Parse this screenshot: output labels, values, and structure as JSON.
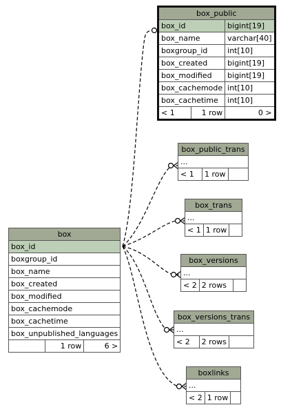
{
  "box_public": {
    "name": "box_public",
    "columns": [
      {
        "name": "box_id",
        "type": "bigint[19]"
      },
      {
        "name": "box_name",
        "type": "varchar[40]"
      },
      {
        "name": "boxgroup_id",
        "type": "int[10]"
      },
      {
        "name": "box_created",
        "type": "bigint[19]"
      },
      {
        "name": "box_modified",
        "type": "bigint[19]"
      },
      {
        "name": "box_cachemode",
        "type": "int[10]"
      },
      {
        "name": "box_cachetime",
        "type": "int[10]"
      }
    ],
    "footer": {
      "parents": "< 1",
      "rows": "1 row",
      "children": "0 >"
    }
  },
  "box_public_trans": {
    "name": "box_public_trans",
    "ellipsis": "...",
    "footer": {
      "parents": "< 1",
      "rows": "1 row"
    }
  },
  "box_trans": {
    "name": "box_trans",
    "ellipsis": "...",
    "footer": {
      "parents": "< 1",
      "rows": "1 row"
    }
  },
  "box_versions": {
    "name": "box_versions",
    "ellipsis": "...",
    "footer": {
      "parents": "< 2",
      "rows": "2 rows"
    }
  },
  "box_versions_trans": {
    "name": "box_versions_trans",
    "ellipsis": "...",
    "footer": {
      "parents": "< 2",
      "rows": "2 rows"
    }
  },
  "boxlinks": {
    "name": "boxlinks",
    "ellipsis": "...",
    "footer": {
      "parents": "< 2",
      "rows": "1 row"
    }
  },
  "box": {
    "name": "box",
    "columns": [
      "box_id",
      "boxgroup_id",
      "box_name",
      "box_created",
      "box_modified",
      "box_cachemode",
      "box_cachetime",
      "box_unpublished_languages"
    ],
    "footer": {
      "parents": "",
      "rows": "1 row",
      "children": "6 >"
    }
  }
}
